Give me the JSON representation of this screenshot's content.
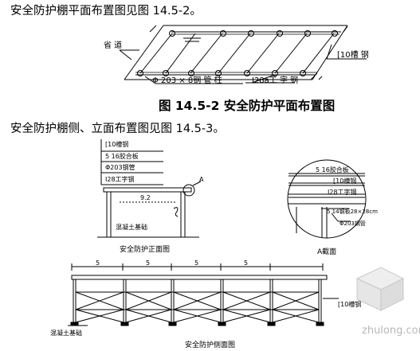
{
  "paragraphs": {
    "p1": "安全防护棚平面布置图见图 14.5-2。",
    "p2": "安全防护棚侧、立面布置图见图 14.5-3。"
  },
  "figure_caption": "图 14.5-2  安全防护平面布置图",
  "plan": {
    "label_road": "省 道",
    "label_steel_pipe": "Φ 203 × 8钢 管 柱",
    "label_channel": "[10槽 钢",
    "label_ibeam": "I28a工 字 钢"
  },
  "elevation": {
    "layers": [
      "[10槽钢",
      "5 16胶合板",
      "Φ203钢管",
      "I28工字钢"
    ],
    "marker": "A",
    "span_dim": "9.2",
    "ground_label": "混凝土基础",
    "caption": "安全防护正面图"
  },
  "detail": {
    "labels": [
      "5 16胶合板",
      "[10槽钢",
      "I28工字钢",
      "5 14钢板28×28cm",
      "Φ203钢管"
    ],
    "caption": "A截面"
  },
  "side": {
    "dims": [
      "5",
      "5",
      "5",
      "5"
    ],
    "ground_label": "混凝土基础",
    "channel_label": "[10槽钢",
    "caption": "安全防护侧面图"
  },
  "watermark": "zhulong.com"
}
